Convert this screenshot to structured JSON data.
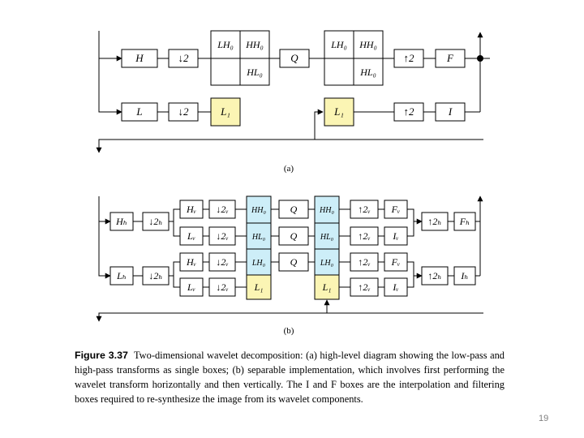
{
  "figure": {
    "panel_a": {
      "label": "(a)",
      "boxes": {
        "h": "H",
        "down_h": "↓2",
        "lh0": "LH₀",
        "hh0": "HH₀",
        "hl0": "HL₀",
        "q": "Q",
        "lh0_out": "LH₀",
        "hh0_out": "HH₀",
        "hl0_out": "HL₀",
        "up_h": "↑2",
        "f": "F",
        "l": "L",
        "down_l": "↓2",
        "l1": "L₁",
        "l1_out": "L₁",
        "up_l": "↑2",
        "i": "I"
      }
    },
    "panel_b": {
      "label": "(b)",
      "boxes": {
        "hh": "Hₕ",
        "down_hh": "↓2ₕ",
        "hv1": "Hᵥ",
        "down_hv1": "↓2ᵥ",
        "hh0": "HH₀",
        "q1": "Q",
        "hh0_out": "HH₀",
        "up_hv1": "↑2ᵥ",
        "fv1": "Fᵥ",
        "lv1": "Lᵥ",
        "down_lv1": "↓2ᵥ",
        "hl0": "HL₀",
        "q2": "Q",
        "hl0_out": "HL₀",
        "up_lv1": "↑2ᵥ",
        "iv1": "Iᵥ",
        "up_h_top": "↑2ₕ",
        "fh": "Fₕ",
        "lh": "Lₕ",
        "down_lh": "↓2ₕ",
        "hv2": "Hᵥ",
        "down_hv2": "↓2ᵥ",
        "lh0": "LH₀",
        "q3": "Q",
        "lh0_out": "LH₀",
        "up_hv2": "↑2ᵥ",
        "fv2": "Fᵥ",
        "lv2": "Lᵥ",
        "down_lv2": "↓2ᵥ",
        "l1": "L₁",
        "l1_out": "L₁",
        "up_lv2": "↑2ᵥ",
        "iv2": "Iᵥ",
        "up_h_bot": "↑2ₕ",
        "ih": "Iₕ"
      }
    }
  },
  "caption": {
    "label": "Figure 3.37",
    "text": "Two-dimensional wavelet decomposition: (a) high-level diagram showing the low-pass and high-pass transforms as single boxes; (b) separable implementation, which involves first performing the wavelet transform horizontally and then vertically. The I and F boxes are the interpolation and filtering boxes required to re-synthesize the image from its wavelet components."
  },
  "page_number": "19"
}
